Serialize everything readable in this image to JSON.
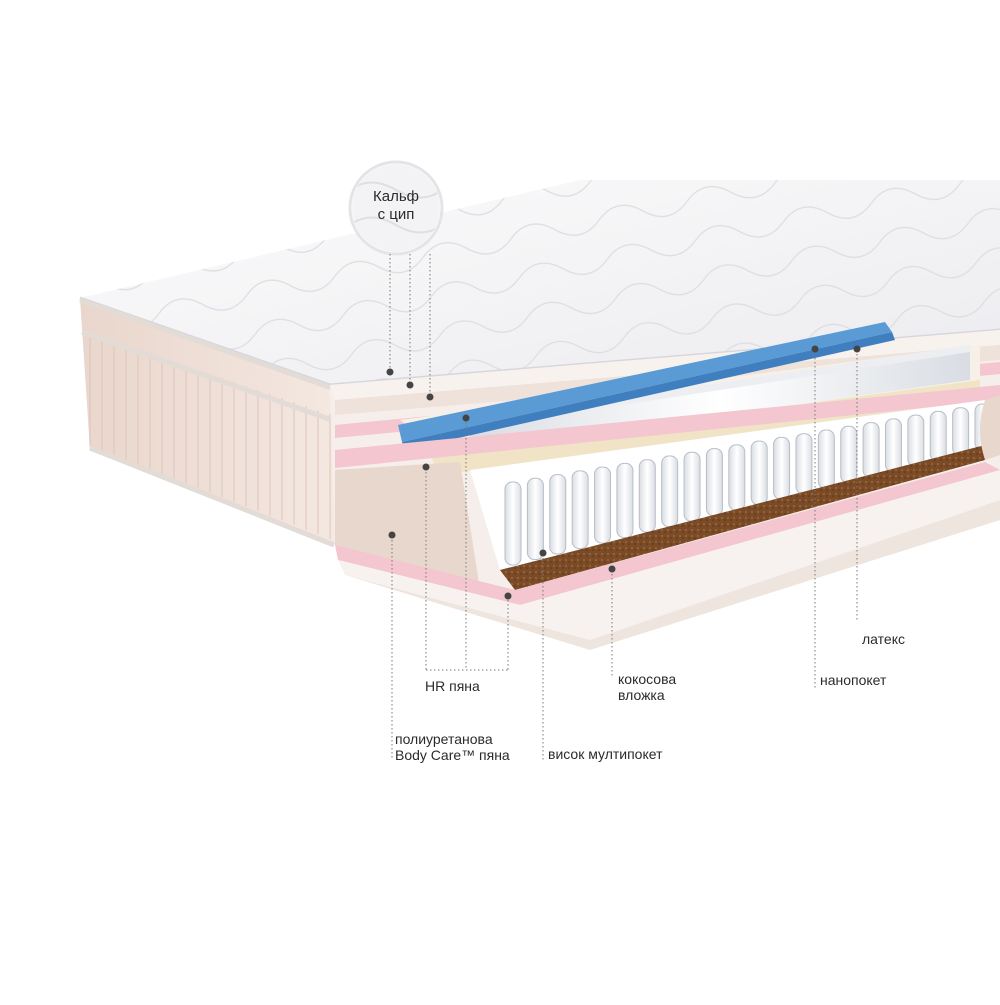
{
  "callout": {
    "line1": "Кальф",
    "line2": "с цип"
  },
  "labels": {
    "latex": "латекс",
    "nanopocket": "нанопокет",
    "coco_line1": "кокосова",
    "coco_line2": "вложка",
    "hr_foam": "HR пяна",
    "pu_line1": "полиуретанова",
    "pu_line2": "Body Care™ пяна",
    "multipocket": "висок мултипокет"
  },
  "colors": {
    "pink": "#f3c6d0",
    "beige": "#f1e6de",
    "blue_layer": "#5b9bd5",
    "coco": "#7a4b26",
    "dot": "#444444"
  }
}
